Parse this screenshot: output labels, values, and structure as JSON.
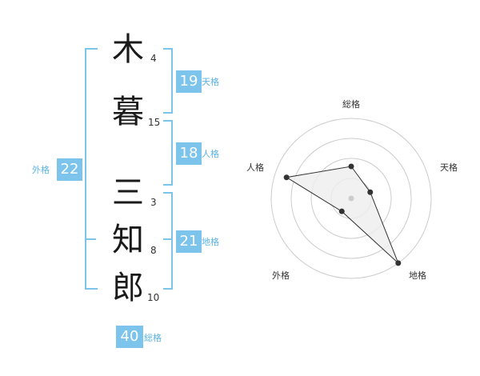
{
  "characters": [
    {
      "char": "木",
      "strokes": "4"
    },
    {
      "char": "暮",
      "strokes": "15"
    },
    {
      "char": "三",
      "strokes": "3"
    },
    {
      "char": "知",
      "strokes": "8"
    },
    {
      "char": "郎",
      "strokes": "10"
    }
  ],
  "scores": {
    "tenkaku": {
      "value": "19",
      "label": "天格"
    },
    "jinkaku": {
      "value": "18",
      "label": "人格"
    },
    "chikaku": {
      "value": "21",
      "label": "地格"
    },
    "gaikaku": {
      "value": "22",
      "label": "外格"
    },
    "soukaku": {
      "value": "40",
      "label": "総格"
    }
  },
  "radar": {
    "axes": [
      "総格",
      "天格",
      "地格",
      "外格",
      "人格"
    ],
    "values": [
      0.4,
      0.25,
      1.0,
      0.2,
      0.85
    ],
    "line_color": "#333333",
    "fill_color": "#eeeeee",
    "ring_color": "#cccccc"
  },
  "colors": {
    "accent": "#7cc4ec"
  }
}
